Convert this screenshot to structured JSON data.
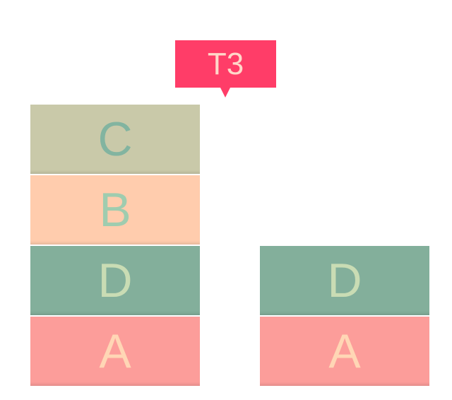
{
  "tooltip": {
    "label": "T3",
    "color": "#ff3d68",
    "text_color": "#ffd7c9"
  },
  "stacks": [
    {
      "id": "stack-left",
      "blocks": [
        {
          "letter": "C",
          "bg": "#c9c9a9",
          "fg": "#82b4a0"
        },
        {
          "letter": "B",
          "bg": "#ffccad",
          "fg": "#9fccaf"
        },
        {
          "letter": "D",
          "bg": "#83af9b",
          "fg": "#c9dcb4"
        },
        {
          "letter": "A",
          "bg": "#fc9d9a",
          "fg": "#ffd6b5"
        }
      ]
    },
    {
      "id": "stack-right",
      "blocks": [
        {
          "letter": "D",
          "bg": "#83af9b",
          "fg": "#c9dcb4"
        },
        {
          "letter": "A",
          "bg": "#fc9d9a",
          "fg": "#ffd6b5"
        }
      ]
    }
  ]
}
